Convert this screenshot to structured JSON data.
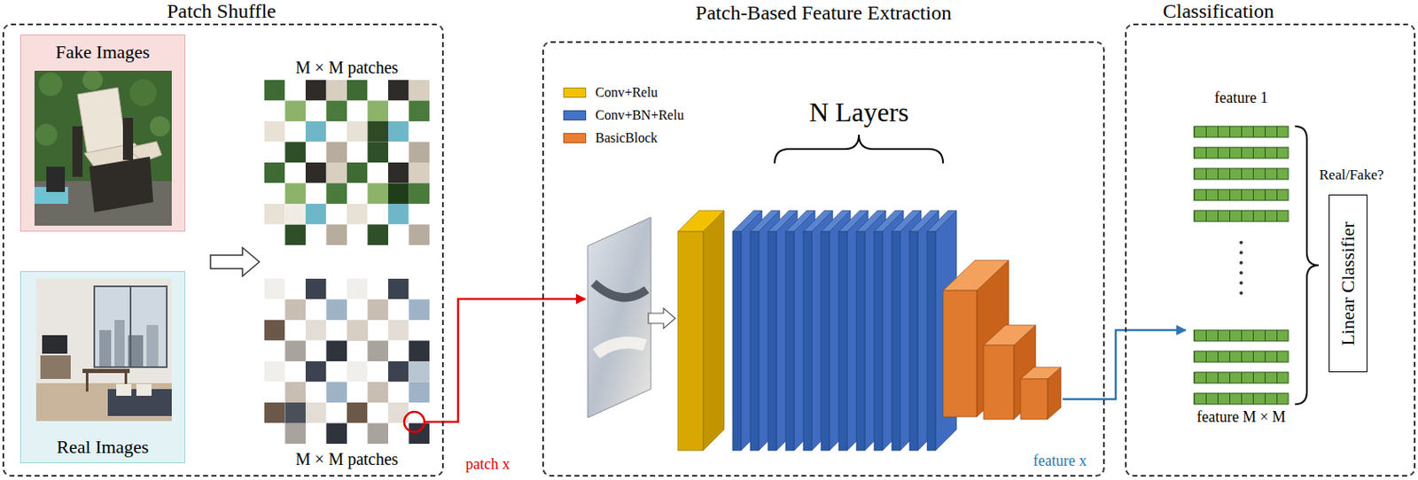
{
  "diagram": {
    "nodes": [
      {
        "text": [
          "Patch Shuffle"
        ]
      },
      {
        "text": [
          "Fake Images"
        ],
        "in": 0
      },
      {
        "text": [
          "Real Images"
        ],
        "in": 0
      },
      {
        "text": [
          "Patch-Based Feature Extraction"
        ]
      },
      {
        "text": [
          "Classification"
        ]
      },
      {
        "text": [
          "Linear Classifier"
        ],
        "in": 4
      }
    ],
    "edges": [
      {
        "from": 0,
        "to": 3,
        "label": "patch x",
        "arrow": "to"
      },
      {
        "from": 3,
        "to": 4,
        "label": "feature x",
        "arrow": "to"
      }
    ],
    "labels": [
      "M × M patches",
      "M × M patches",
      "N Layers",
      "feature 1",
      "feature M × M",
      "Real/Fake?"
    ],
    "legend": [
      {
        "text": "Conv+Relu",
        "color": "#f2c200"
      },
      {
        "text": "Conv+BN+Relu",
        "color": "#4472c4"
      },
      {
        "text": "BasicBlock",
        "color": "#ed7d31"
      }
    ]
  }
}
